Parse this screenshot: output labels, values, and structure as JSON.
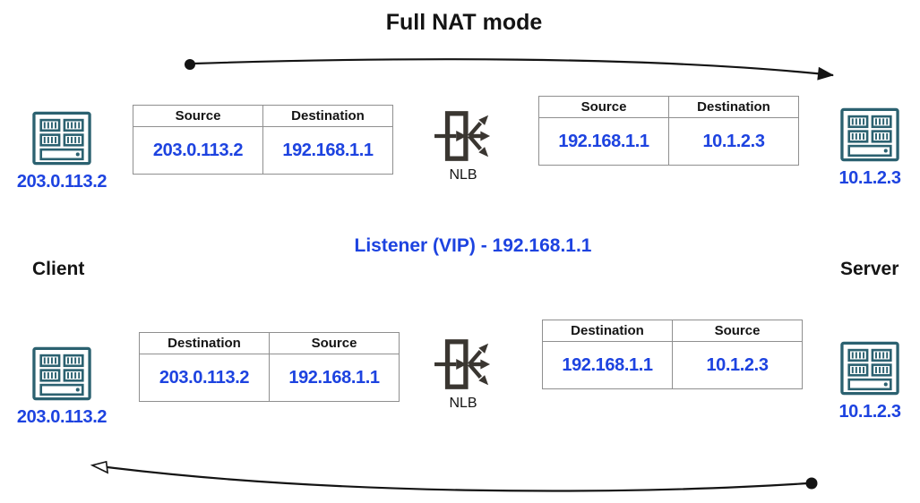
{
  "title": "Full NAT mode",
  "labels": {
    "client": "Client",
    "server": "Server",
    "listener_vip": "Listener (VIP) - 192.168.1.1",
    "nlb": "NLB"
  },
  "nodes": {
    "client_ip": "203.0.113.2",
    "server_ip": "10.1.2.3"
  },
  "tables": {
    "request_client_to_nlb": {
      "headers": [
        "Source",
        "Destination"
      ],
      "values": [
        "203.0.113.2",
        "192.168.1.1"
      ]
    },
    "request_nlb_to_server": {
      "headers": [
        "Source",
        "Destination"
      ],
      "values": [
        "192.168.1.1",
        "10.1.2.3"
      ]
    },
    "response_nlb_to_client": {
      "headers": [
        "Destination",
        "Source"
      ],
      "values": [
        "203.0.113.2",
        "192.168.1.1"
      ]
    },
    "response_server_to_nlb": {
      "headers": [
        "Destination",
        "Source"
      ],
      "values": [
        "192.168.1.1",
        "10.1.2.3"
      ]
    }
  },
  "colors": {
    "blue": "#1d43e0",
    "teal": "#2b6170",
    "dark": "#3a3631",
    "tborder": "#8f8f8f",
    "ink": "#141414"
  }
}
